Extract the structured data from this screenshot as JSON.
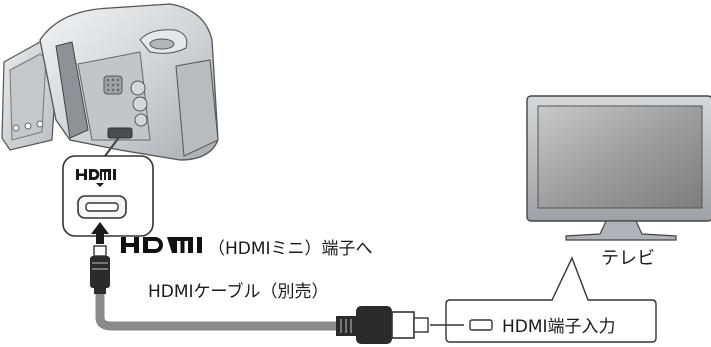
{
  "logo_text": "HDMI",
  "labels": {
    "hdmi_mini_port": "（HDMIミニ）端子へ",
    "hdmi_cable": "HDMIケーブル（別売）",
    "tv": "テレビ",
    "hdmi_input": "HDMI端子入力"
  },
  "colors": {
    "device_body": "#d7d9db",
    "device_dark": "#8e9296",
    "cable": "#8a8a8a",
    "connector": "#2b2b2b",
    "screen": "#9a9a9a"
  }
}
